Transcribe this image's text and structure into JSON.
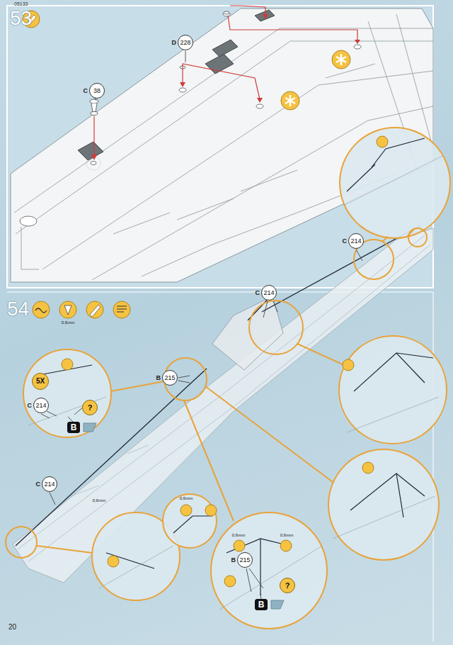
{
  "diagram": {
    "nodes": [
      {
        "text": [
          "D",
          "228"
        ]
      },
      {
        "text": [
          "C",
          "38"
        ]
      },
      {
        "text": [
          "C",
          "214"
        ]
      },
      {
        "text": [
          "C",
          "214"
        ]
      },
      {
        "text": [
          "5X"
        ]
      },
      {
        "text": [
          "C",
          "214"
        ]
      },
      {
        "text": [
          "?"
        ]
      },
      {
        "text": [
          "B"
        ]
      },
      {
        "text": [
          "B",
          "215"
        ]
      },
      {
        "text": [
          "C",
          "214"
        ]
      },
      {
        "text": [
          "B",
          "215"
        ]
      },
      {
        "text": [
          "?"
        ]
      },
      {
        "text": [
          "B"
        ]
      }
    ],
    "labels": [
      "05133",
      "53",
      "54",
      "0,6mm",
      "0,6mm",
      "0,6mm",
      "0,6mm",
      "0,6mm",
      "20"
    ]
  }
}
